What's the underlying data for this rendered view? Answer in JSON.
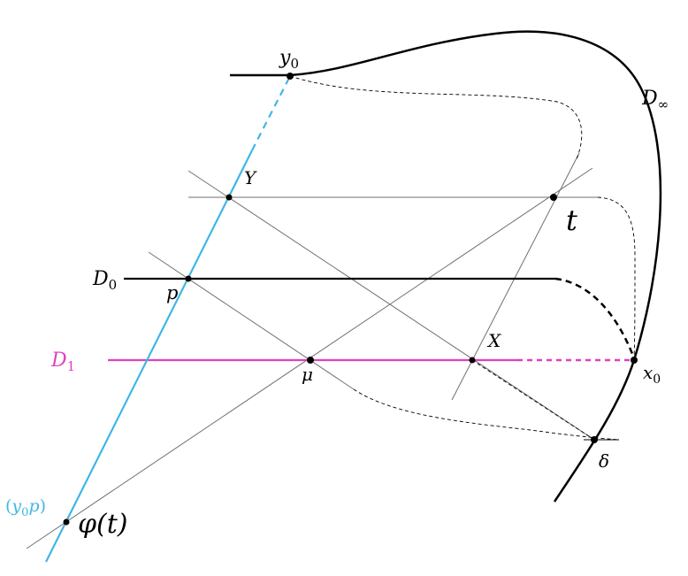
{
  "colors": {
    "line": "#000000",
    "construction": "#707070",
    "cyan": "#41b6e6",
    "magenta": "#e040c0"
  },
  "labels": {
    "y0": {
      "base": "y",
      "sub": "0"
    },
    "D_inf": {
      "base": "D",
      "sub": "∞"
    },
    "Y": "Y",
    "t": "t",
    "D0": {
      "base": "D",
      "sub": "0"
    },
    "p": "p",
    "X": "X",
    "D1": {
      "base": "D",
      "sub": "1"
    },
    "mu": "μ",
    "x0": {
      "base": "x",
      "sub": "0"
    },
    "delta": "δ",
    "y0p": {
      "open": "(",
      "base": "y",
      "sub": "0",
      "tail": "p",
      "close": ")"
    },
    "phi_t": {
      "fn": "φ",
      "arg": "(t)"
    }
  }
}
